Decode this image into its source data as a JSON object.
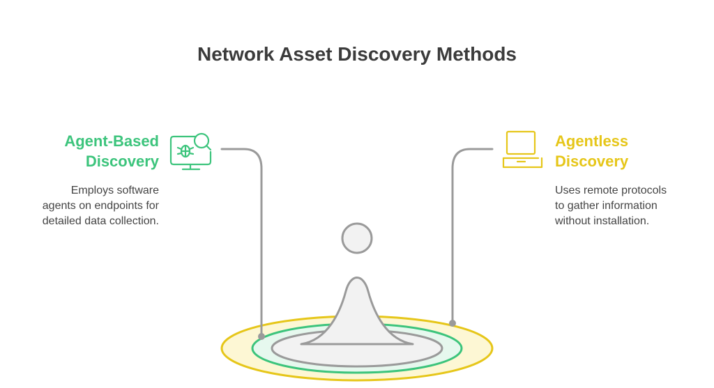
{
  "title": "Network Asset Discovery Methods",
  "colors": {
    "green": "#3cc47c",
    "yellow": "#e6c619",
    "gray": "#9a9a9a",
    "text": "#3b3b3b",
    "figure_fill": "#f2f2f2"
  },
  "left": {
    "heading_line1": "Agent-Based",
    "heading_line2": "Discovery",
    "description_line1": "Employs software",
    "description_line2": "agents on endpoints for",
    "description_line3": "detailed data collection.",
    "icon": "bug-search-monitor-icon"
  },
  "right": {
    "heading_line1": "Agentless",
    "heading_line2": "Discovery",
    "description_line1": "Uses remote protocols",
    "description_line2": "to gather information",
    "description_line3": "without installation.",
    "icon": "laptop-icon"
  }
}
